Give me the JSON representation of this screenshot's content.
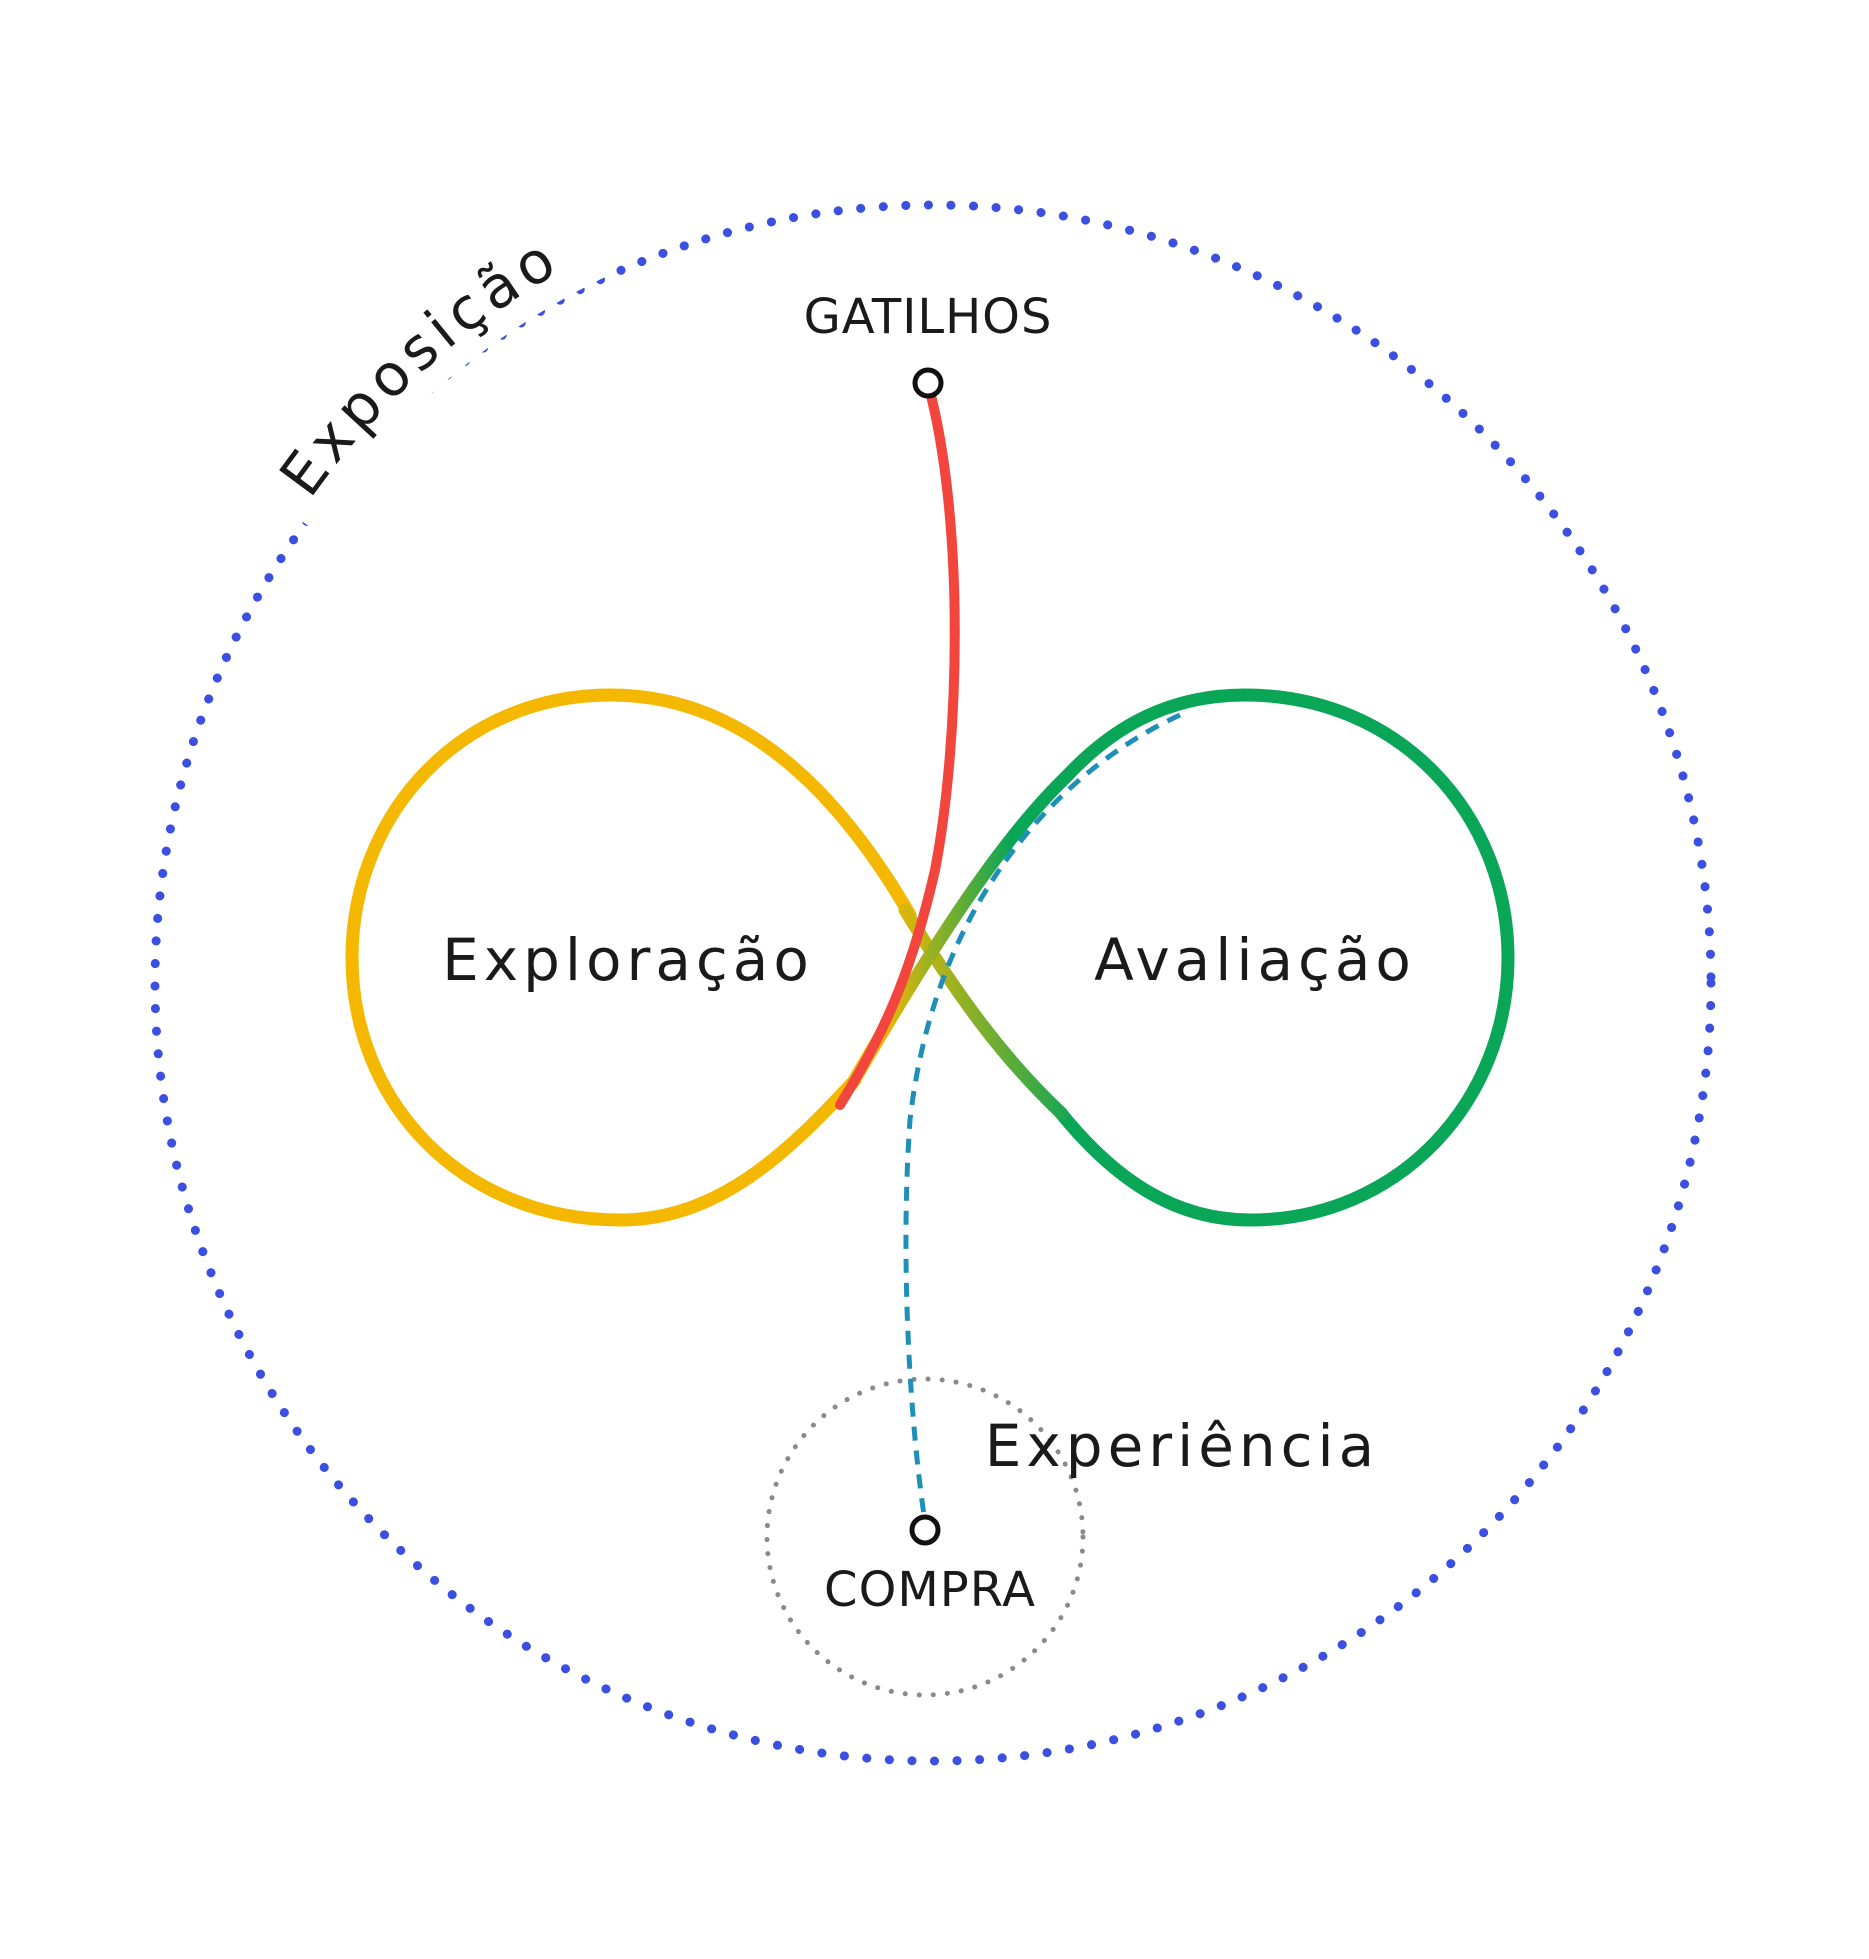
{
  "diagram": {
    "outer_label": "Exposição",
    "trigger_label": "GATILHOS",
    "left_loop_label": "Exploração",
    "right_loop_label": "Avaliação",
    "experience_label": "Experiência",
    "purchase_label": "COMPRA"
  },
  "colors": {
    "exposure_ring": "#3b4fe0",
    "exploration_loop": "#f5b800",
    "evaluation_loop": "#0aa657",
    "trigger_line": "#f2453d",
    "purchase_path": "#1e90b8",
    "experience_ring": "#8a8a8a",
    "text": "#1a1a1a"
  }
}
